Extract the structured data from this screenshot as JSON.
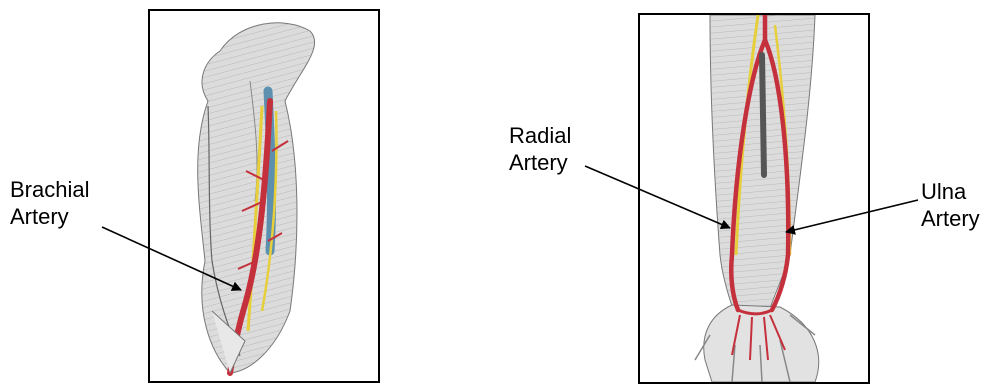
{
  "labels": {
    "brachial": {
      "line1": "Brachial",
      "line2": "Artery"
    },
    "radial": {
      "line1": "Radial",
      "line2": "Artery"
    },
    "ulna": {
      "line1": "Ulna",
      "line2": "Artery"
    }
  },
  "colors": {
    "artery": "#c4303c",
    "nerve": "#e6cf3a",
    "vein": "#5d8fae",
    "muscle": "#d8d8d8",
    "muscle_line": "#8a8a8a",
    "arrow": "#000000"
  },
  "images": {
    "upper_arm": "upper-arm-anatomy-illustration",
    "forearm": "forearm-anatomy-illustration"
  }
}
